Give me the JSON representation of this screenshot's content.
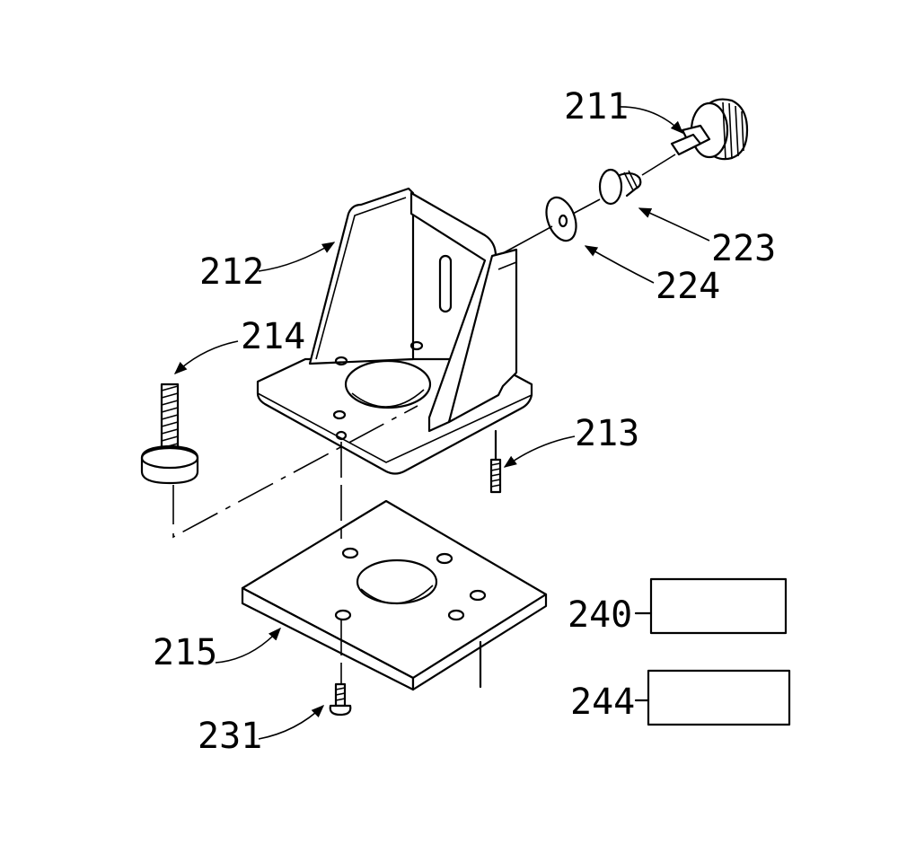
{
  "labels": {
    "knob_screw": "211",
    "bracket": "212",
    "pin": "213",
    "bolt": "214",
    "base_plate": "215",
    "spring": "223",
    "washer": "224",
    "screw": "231",
    "box_240": "240",
    "box_244": "244"
  }
}
